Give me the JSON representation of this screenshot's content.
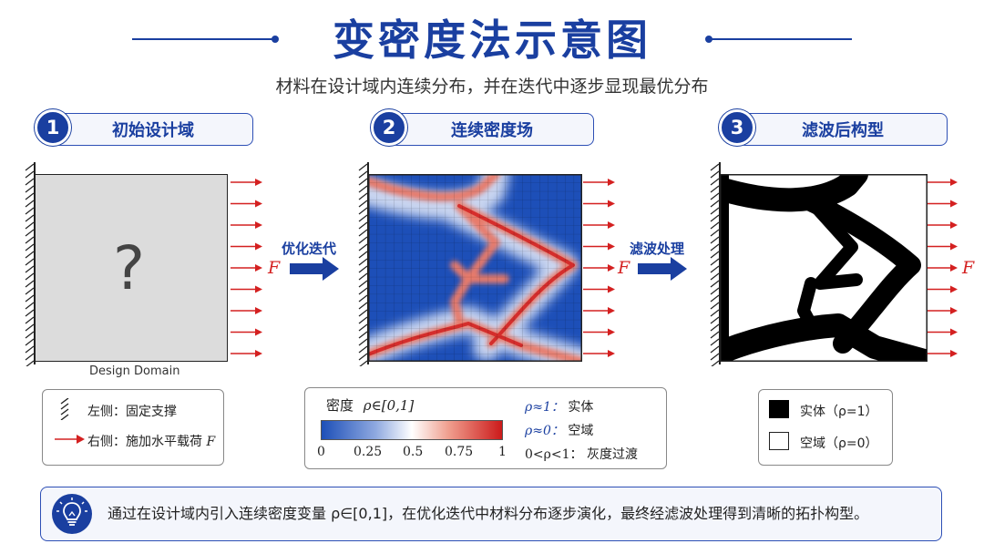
{
  "header": {
    "title": "变密度法示意图",
    "subtitle": "材料在设计域内连续分布，并在迭代中逐步显现最优分布"
  },
  "steps": [
    {
      "number": "1",
      "label": "初始设计域"
    },
    {
      "number": "2",
      "label": "连续密度场"
    },
    {
      "number": "3",
      "label": "滤波后构型"
    }
  ],
  "panel1": {
    "question_mark": "?",
    "caption": "Design Domain",
    "force_label": "F"
  },
  "panel2": {
    "force_label": "F"
  },
  "panel3": {
    "force_label": "F"
  },
  "transitions": [
    {
      "label": "优化迭代"
    },
    {
      "label": "滤波处理"
    }
  ],
  "legend1": {
    "left_side": "左侧：固定支撑",
    "right_side": "右侧：施加水平载荷",
    "force_symbol": "F"
  },
  "legend2": {
    "title_text": "密度",
    "title_math": "ρ∈[0,1]",
    "ticks": [
      "0",
      "0.25",
      "0.5",
      "0.75",
      "1"
    ],
    "items": [
      {
        "math": "ρ≈1：",
        "text": "实体"
      },
      {
        "math": "ρ≈0：",
        "text": "空域"
      },
      {
        "math": "0<ρ<1：",
        "text": "灰度过渡"
      }
    ]
  },
  "legend3": {
    "solid": "实体（ρ=1）",
    "void": "空域（ρ=0）"
  },
  "note": {
    "text": "通过在设计域内引入连续密度变量 ρ∈[0,1]，在优化迭代中材料分布逐步演化，最终经滤波处理得到清晰的拓扑构型。"
  },
  "colors": {
    "accent": "#1a3fa0",
    "force": "#d42020",
    "density_low": "#1d4fb8",
    "density_mid": "#ffffff",
    "density_high": "#cc1a1a"
  },
  "icons": {
    "note_icon": "lightbulb-icon",
    "transition_icon": "arrow-right-icon"
  }
}
